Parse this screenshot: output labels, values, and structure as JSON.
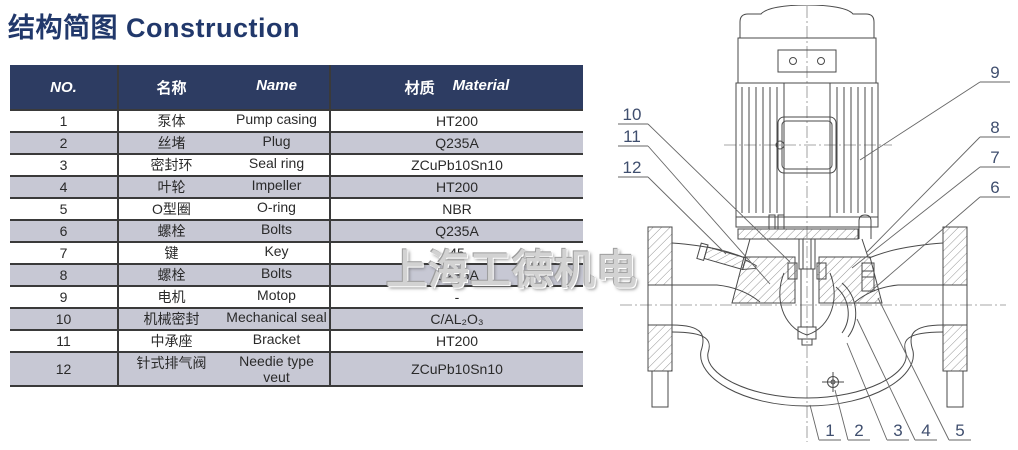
{
  "page": {
    "title": "结构简图 Construction",
    "watermark": "上海工德机电"
  },
  "table": {
    "headers": {
      "no": "NO.",
      "name_cn": "名称",
      "name_en": "Name",
      "material_cn": "材质",
      "material_en": "Material"
    },
    "rows": [
      {
        "no": "1",
        "name_cn": "泵体",
        "name_en": "Pump casing",
        "material": "HT200"
      },
      {
        "no": "2",
        "name_cn": "丝堵",
        "name_en": "Plug",
        "material": "Q235A"
      },
      {
        "no": "3",
        "name_cn": "密封环",
        "name_en": "Seal ring",
        "material": "ZCuPb10Sn10"
      },
      {
        "no": "4",
        "name_cn": "叶轮",
        "name_en": "Impeller",
        "material": "HT200"
      },
      {
        "no": "5",
        "name_cn": "O型圈",
        "name_en": "O-ring",
        "material": "NBR"
      },
      {
        "no": "6",
        "name_cn": "螺栓",
        "name_en": "Bolts",
        "material": "Q235A"
      },
      {
        "no": "7",
        "name_cn": "键",
        "name_en": "Key",
        "material": "45"
      },
      {
        "no": "8",
        "name_cn": "螺栓",
        "name_en": "Bolts",
        "material": "Q235A"
      },
      {
        "no": "9",
        "name_cn": "电机",
        "name_en": "Motop",
        "material": "-"
      },
      {
        "no": "10",
        "name_cn": "机械密封",
        "name_en": "Mechanical seal",
        "material": "C/AL₂O₃"
      },
      {
        "no": "11",
        "name_cn": "中承座",
        "name_en": "Bracket",
        "material": "HT200"
      },
      {
        "no": "12",
        "name_cn": "针式排气阀",
        "name_en": "Needie type veut",
        "material": "ZCuPb10Sn10"
      }
    ]
  },
  "diagram": {
    "callouts_left": [
      "10",
      "11",
      "12"
    ],
    "callouts_right": [
      "9",
      "8",
      "7",
      "6"
    ],
    "callouts_bottom": [
      "1",
      "2",
      "3",
      "4",
      "5"
    ]
  },
  "colors": {
    "header_bg": "#2d3c62",
    "header_text": "#ffffff",
    "row_alt_bg": "#c7c8d4",
    "border": "#3a3a3a",
    "title": "#21386b",
    "callout": "#3f4e6e",
    "line": "#4a4a4a"
  }
}
